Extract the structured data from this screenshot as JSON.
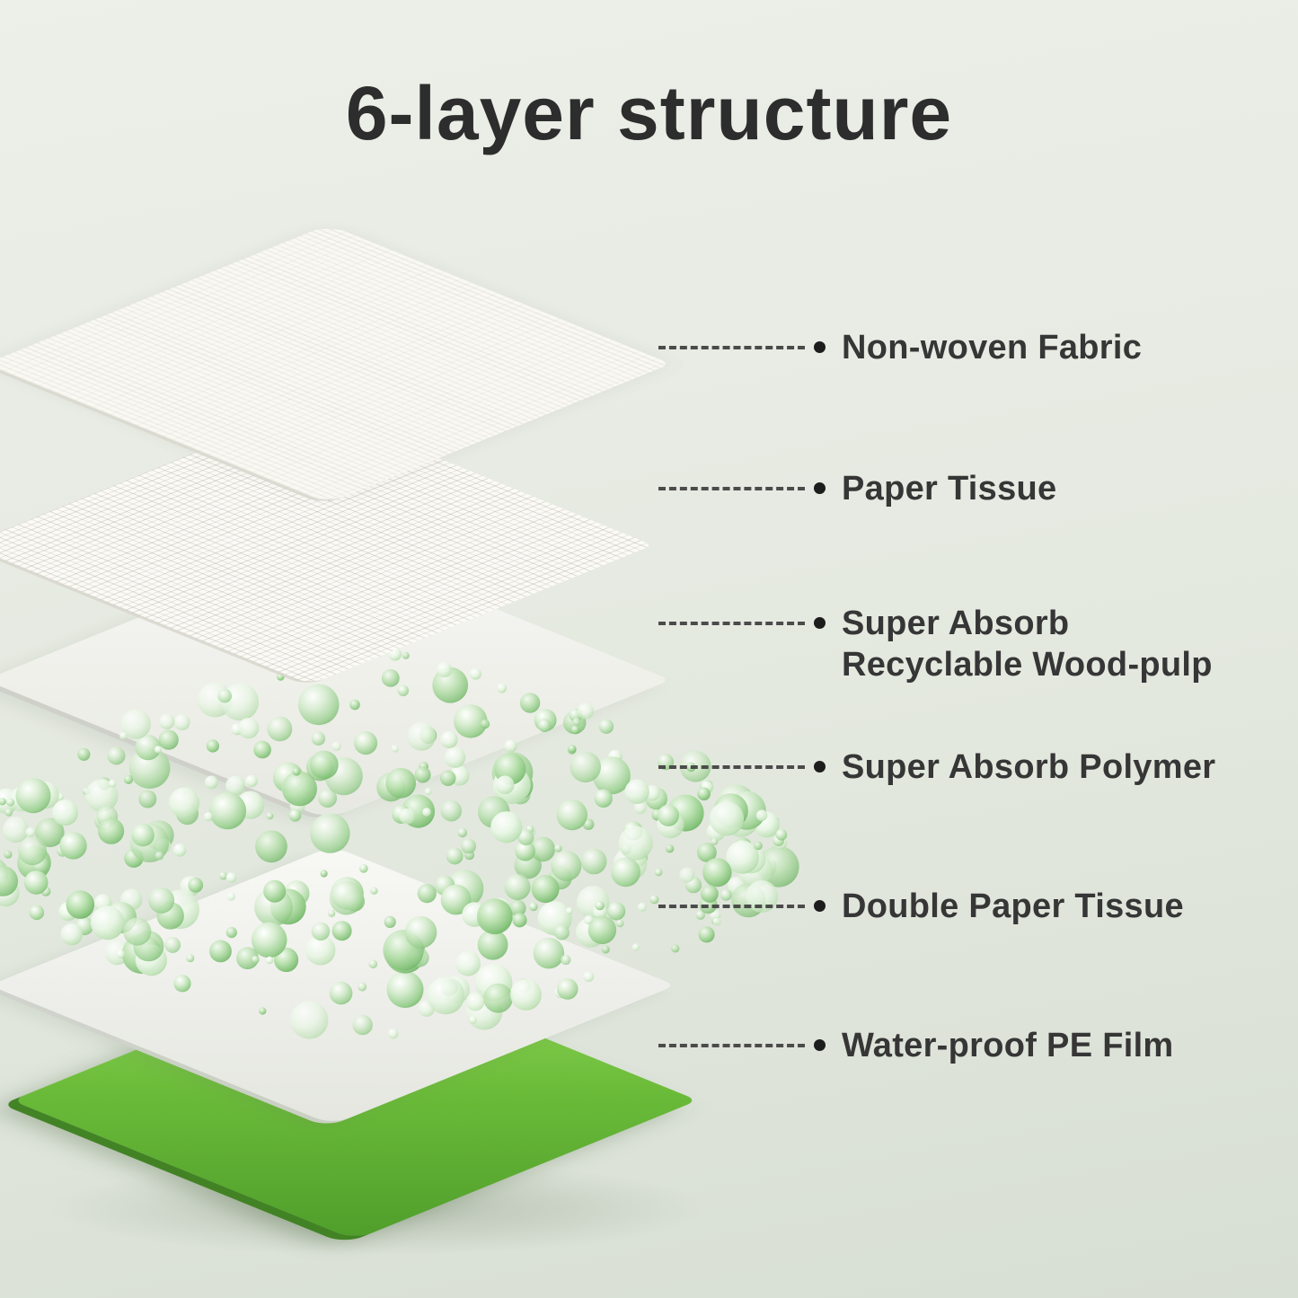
{
  "title": "6-layer structure",
  "callouts": [
    {
      "label": "Non-woven Fabric"
    },
    {
      "label": "Paper Tissue"
    },
    {
      "label": "Super Absorb\nRecyclable Wood-pulp"
    },
    {
      "label": "Super Absorb Polymer"
    },
    {
      "label": "Double Paper Tissue"
    },
    {
      "label": "Water-proof PE Film"
    }
  ],
  "colors": {
    "background_top": "#edefe9",
    "background_bottom": "#d7ded3",
    "title_text": "#2d2d2d",
    "label_text": "#363636",
    "leader_line": "#4b4b4b",
    "film_green": "#6cbc3a",
    "bead_green": "#9ed194"
  }
}
